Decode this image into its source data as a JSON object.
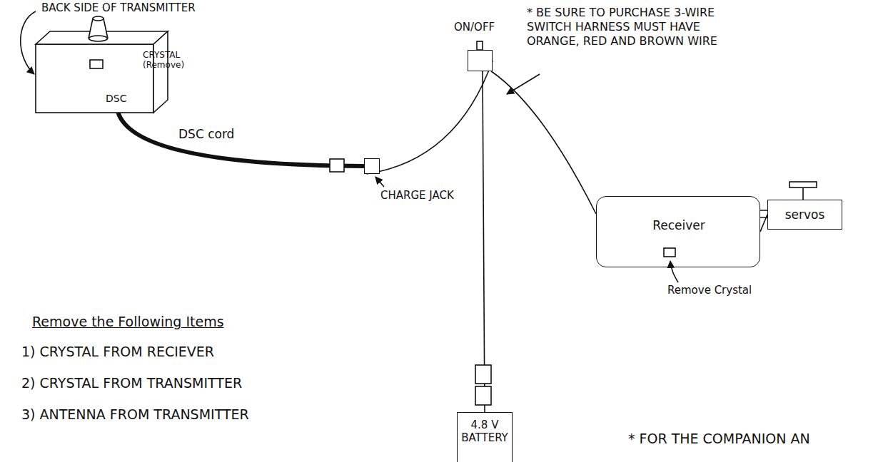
{
  "diagram": {
    "nodes": [
      {
        "text": [
          "CRYSTAL (Remove)",
          "DSC"
        ]
      },
      {
        "text": [
          "CHARGE JACK"
        ]
      },
      {
        "text": [
          "ON/OFF"
        ]
      },
      {
        "text": [
          "Receiver"
        ]
      },
      {
        "text": [
          "servos"
        ]
      },
      {
        "text": [
          "4.8 V BATTERY"
        ]
      }
    ],
    "edges": [
      {
        "from": 0,
        "to": 1,
        "arrow": "none",
        "label": "DSC cord"
      },
      {
        "from": 1,
        "to": 2,
        "arrow": "none"
      },
      {
        "from": 2,
        "to": 3,
        "arrow": "none"
      },
      {
        "from": 2,
        "to": 5,
        "arrow": "none"
      },
      {
        "from": 3,
        "to": 4,
        "arrow": "none"
      }
    ],
    "labels": [
      "BACK SIDE OF TRANSMITTER",
      "* BE SURE TO PURCHASE 3-WIRE SWITCH HARNESS MUST HAVE ORANGE, RED AND BROWN WIRE",
      "Remove Crystal",
      "Remove the Following Items",
      "1) CRYSTAL FROM RECIEVER",
      "2) CRYSTAL FROM TRANSMITTER",
      "3) ANTENNA FROM TRANSMITTER",
      "* FOR THE COMPANION AN"
    ]
  }
}
